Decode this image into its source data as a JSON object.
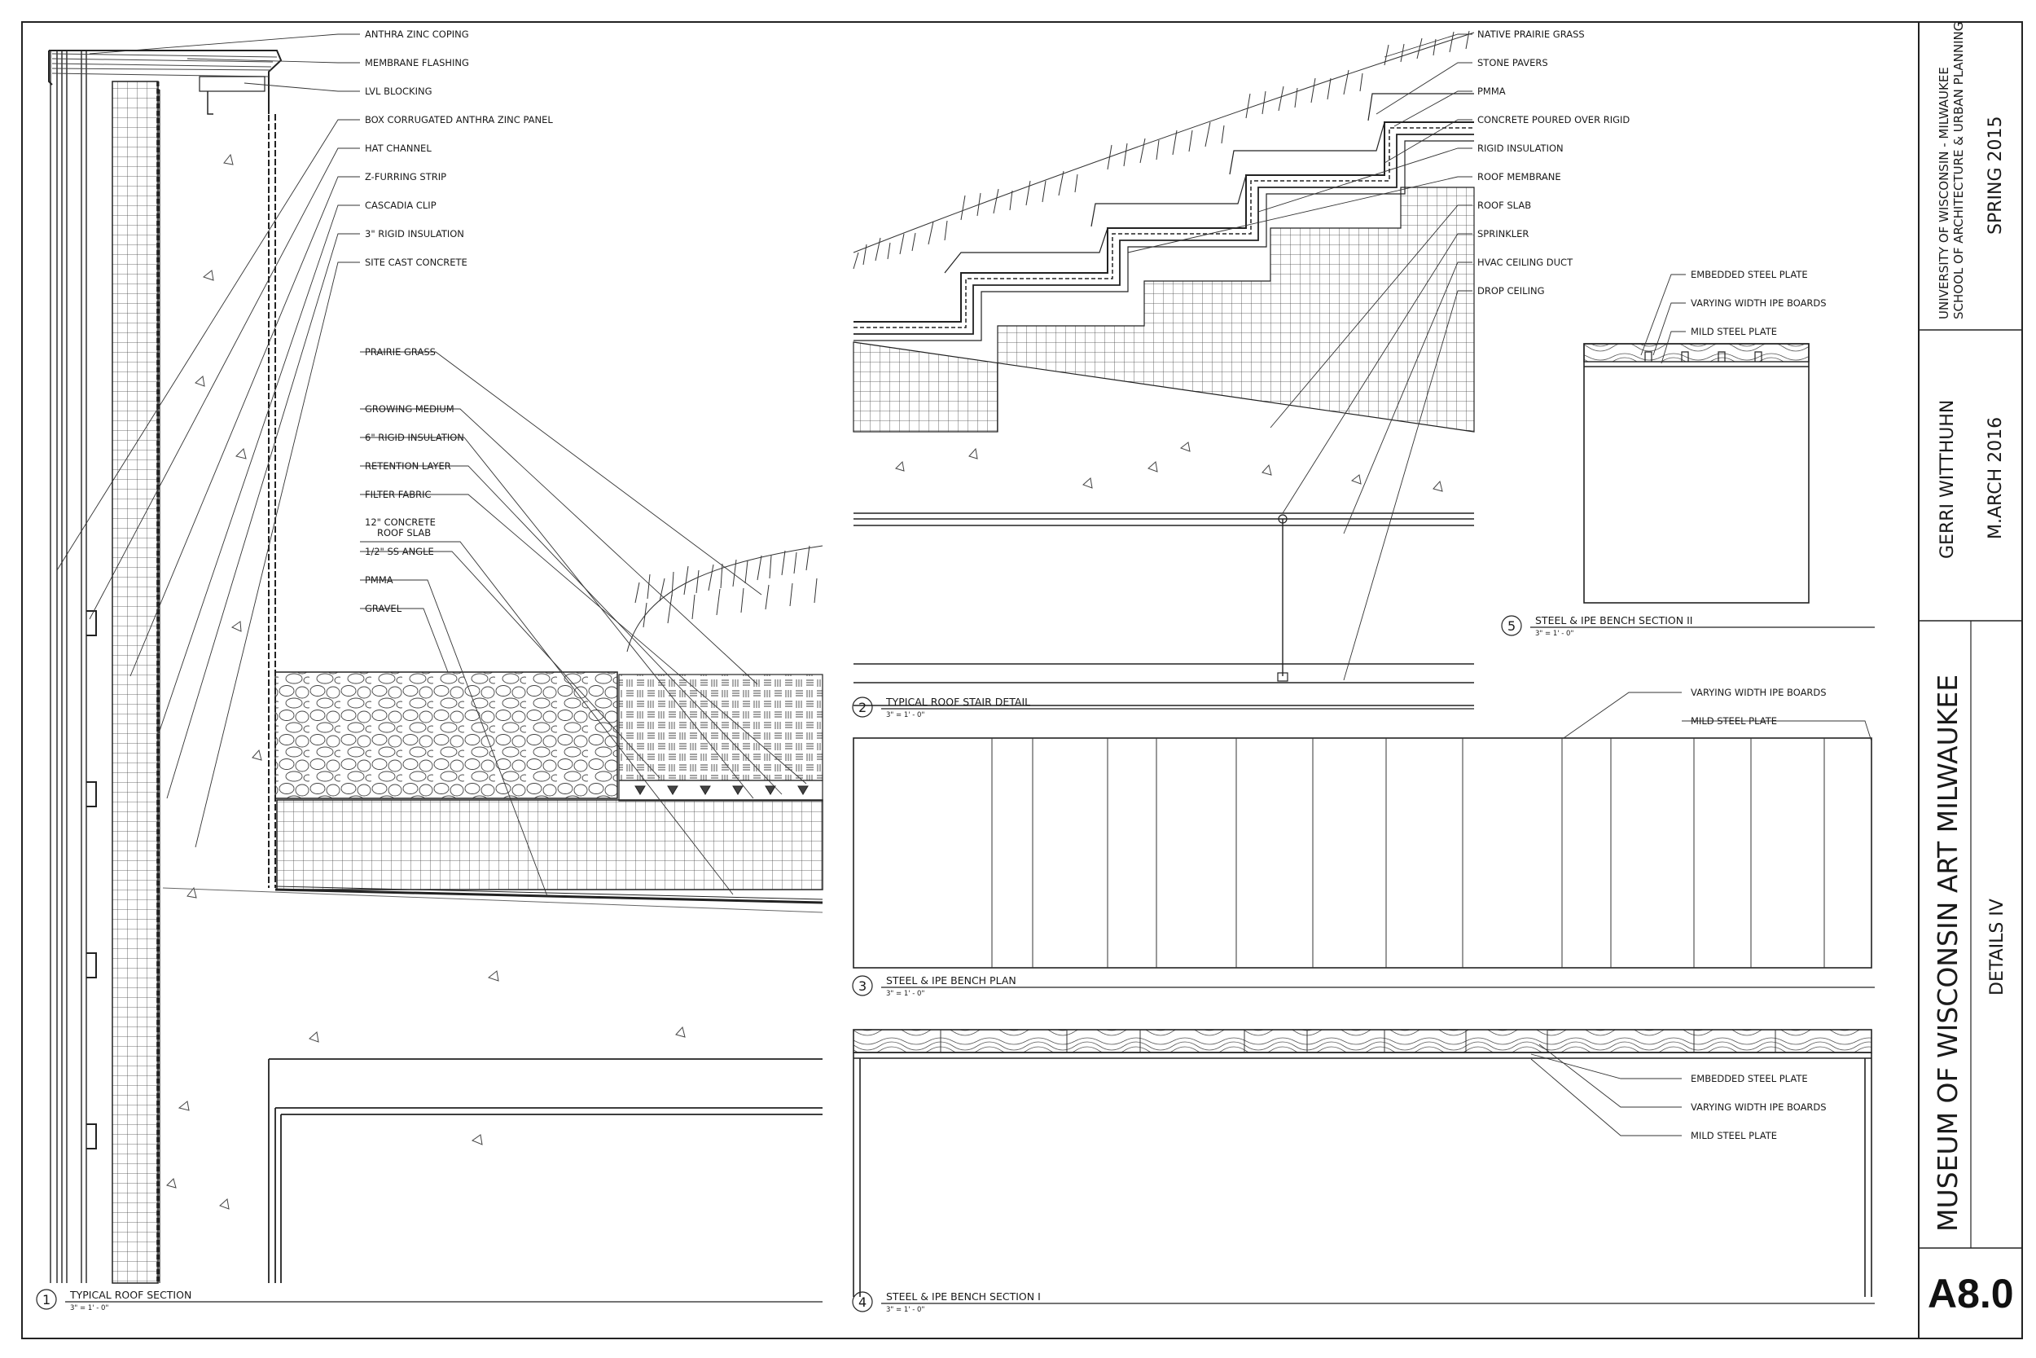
{
  "detail1": {
    "number": "1",
    "title": "TYPICAL ROOF SECTION",
    "scale": "3\" = 1' - 0\"",
    "labels": [
      "ANTHRA ZINC COPING",
      "MEMBRANE FLASHING",
      "LVL BLOCKING",
      "BOX CORRUGATED ANTHRA ZINC PANEL",
      "HAT CHANNEL",
      "Z-FURRING STRIP",
      "CASCADIA CLIP",
      "3\" RIGID INSULATION",
      "SITE CAST CONCRETE"
    ],
    "roof_labels": [
      "PRAIRIE GRASS",
      "GROWING MEDIUM",
      "6\" RIGID INSULATION",
      "RETENTION LAYER",
      "FILTER FABRIC",
      "12\" CONCRETE",
      "ROOF SLAB",
      "1/2\" SS ANGLE",
      "PMMA",
      "GRAVEL"
    ]
  },
  "detail2": {
    "number": "2",
    "title": "TYPICAL ROOF STAIR DETAIL",
    "scale": "3\" = 1' - 0\"",
    "labels": [
      "NATIVE PRAIRIE GRASS",
      "STONE PAVERS",
      "PMMA",
      "CONCRETE POURED OVER RIGID",
      "RIGID INSULATION",
      "ROOF MEMBRANE",
      "ROOF SLAB",
      "SPRINKLER",
      "HVAC CEILING DUCT",
      "DROP CEILING"
    ]
  },
  "detail3": {
    "number": "3",
    "title": "STEEL & IPE BENCH PLAN",
    "scale": "3\" = 1' - 0\"",
    "labels": [
      "VARYING WIDTH IPE BOARDS",
      "MILD STEEL PLATE"
    ]
  },
  "detail4": {
    "number": "4",
    "title": "STEEL & IPE BENCH SECTION I",
    "scale": "3\" = 1' - 0\"",
    "labels": [
      "EMBEDDED STEEL PLATE",
      "VARYING WIDTH IPE BOARDS",
      "MILD STEEL PLATE"
    ]
  },
  "detail5": {
    "number": "5",
    "title": "STEEL & IPE BENCH SECTION II",
    "scale": "3\" = 1' - 0\"",
    "labels": [
      "EMBEDDED STEEL PLATE",
      "VARYING WIDTH IPE BOARDS",
      "MILD STEEL PLATE"
    ]
  },
  "title_block": {
    "university": "UNIVERSITY OF WISCONSIN - MILWAUKEE",
    "school": "SCHOOL OF ARCHITECTURE & URBAN PLANNING",
    "semester": "SPRING 2015",
    "student": "GERRI WITTHUHN",
    "degree": "M.ARCH 2016",
    "project": "MUSEUM OF WISCONSIN ART MILWAUKEE",
    "sheet_title": "DETAILS IV",
    "sheet_number": "A8.0"
  }
}
